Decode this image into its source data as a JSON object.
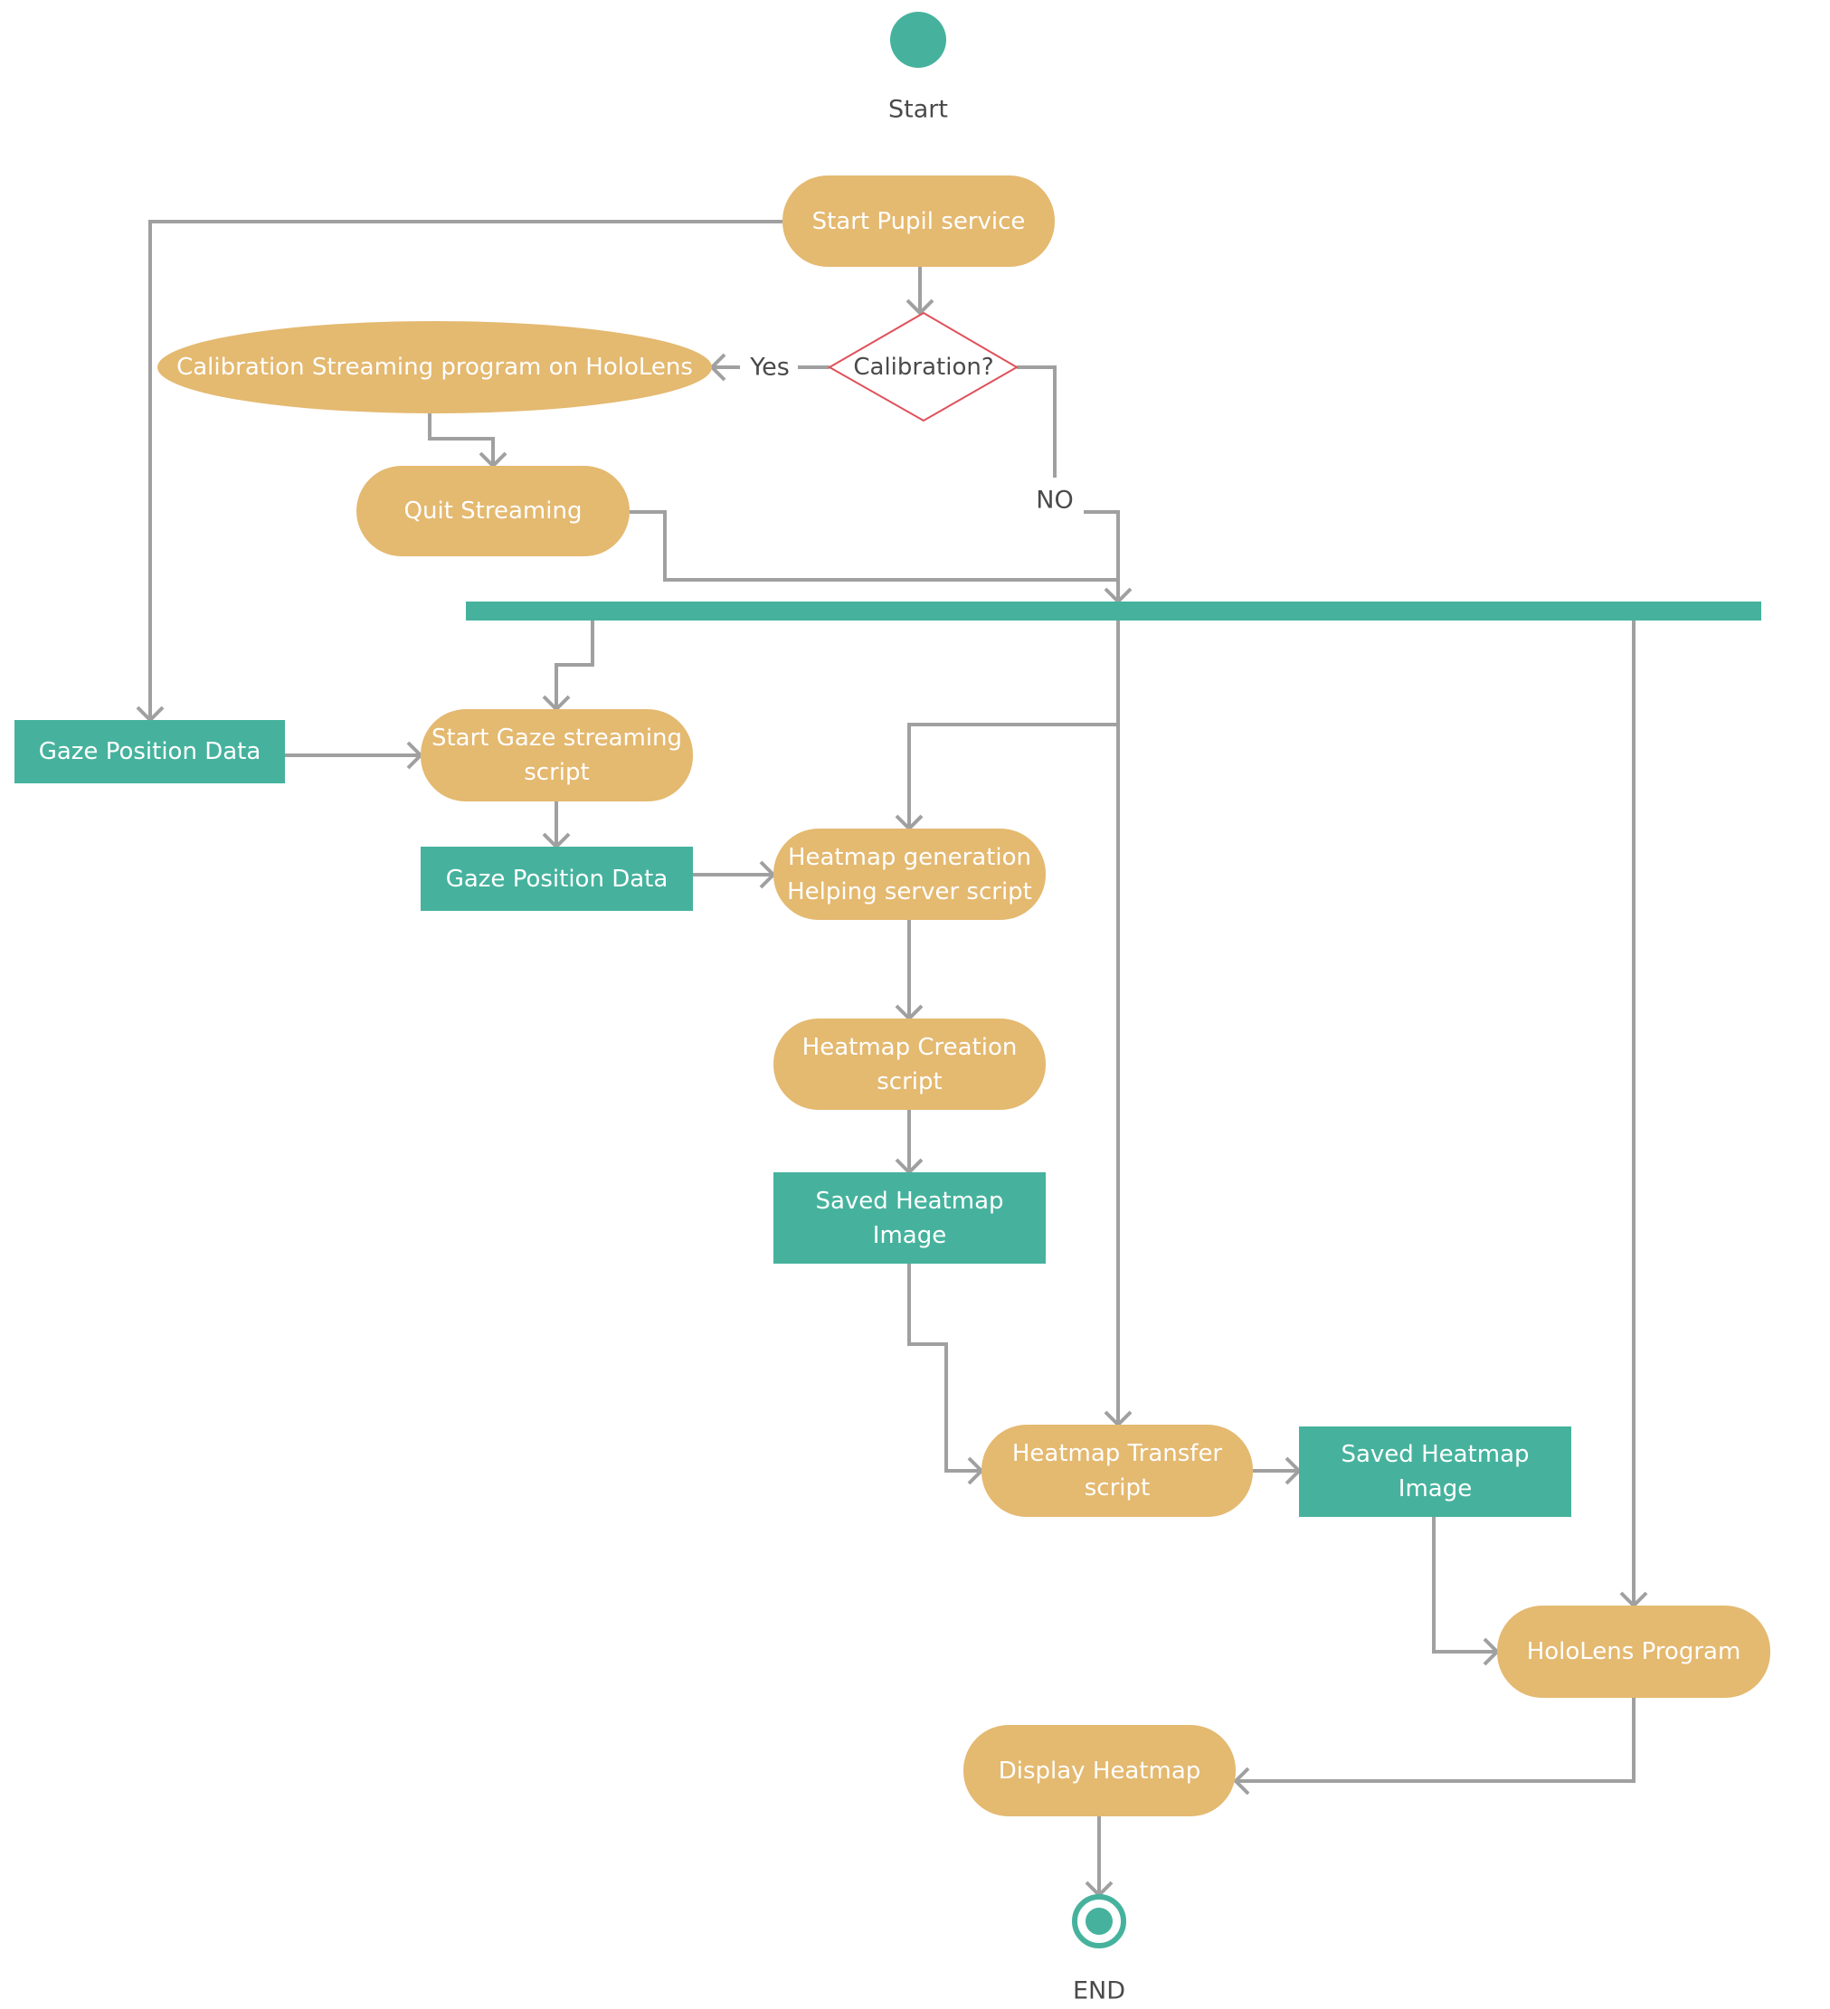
{
  "diagram": {
    "type": "uml-activity",
    "colors": {
      "action_fill": "#e4b970",
      "object_fill": "#46b29d",
      "connector": "#a0a0a0",
      "decision_stroke": "#e0505a",
      "label_text": "#4a4a4a",
      "node_text": "#ffffff"
    },
    "start": {
      "label": "Start"
    },
    "end": {
      "label": "END"
    },
    "decision": {
      "label": "Calibration?",
      "yes_label": "Yes",
      "no_label": "NO"
    },
    "nodes": {
      "start_pupil": "Start Pupil service",
      "calibration_streaming": "Calibration Streaming program on HoloLens",
      "quit_streaming": "Quit Streaming",
      "gaze_data_left": "Gaze Position Data",
      "start_gaze": "Start Gaze streaming\nscript",
      "gaze_data_2": "Gaze Position Data",
      "heatmap_generation": "Heatmap generation\nHelping server script",
      "heatmap_creation": "Heatmap Creation\nscript",
      "saved_heatmap_1": "Saved Heatmap\nImage",
      "heatmap_transfer": "Heatmap Transfer\nscript",
      "saved_heatmap_2": "Saved Heatmap\nImage",
      "hololens_program": "HoloLens Program",
      "display_heatmap": "Display Heatmap"
    },
    "edges": [
      {
        "from": "start",
        "to": "start_pupil"
      },
      {
        "from": "start_pupil",
        "to": "decision"
      },
      {
        "from": "start_pupil",
        "to": "gaze_data_left"
      },
      {
        "from": "decision",
        "to": "calibration_streaming",
        "label": "Yes"
      },
      {
        "from": "decision",
        "to": "fork_bar",
        "label": "NO"
      },
      {
        "from": "calibration_streaming",
        "to": "quit_streaming"
      },
      {
        "from": "quit_streaming",
        "to": "fork_bar"
      },
      {
        "from": "fork_bar",
        "to": "start_gaze"
      },
      {
        "from": "fork_bar",
        "to": "heatmap_generation"
      },
      {
        "from": "fork_bar",
        "to": "heatmap_transfer"
      },
      {
        "from": "fork_bar",
        "to": "hololens_program"
      },
      {
        "from": "gaze_data_left",
        "to": "start_gaze"
      },
      {
        "from": "start_gaze",
        "to": "gaze_data_2"
      },
      {
        "from": "gaze_data_2",
        "to": "heatmap_generation"
      },
      {
        "from": "heatmap_generation",
        "to": "heatmap_creation"
      },
      {
        "from": "heatmap_creation",
        "to": "saved_heatmap_1"
      },
      {
        "from": "saved_heatmap_1",
        "to": "heatmap_transfer"
      },
      {
        "from": "heatmap_transfer",
        "to": "saved_heatmap_2"
      },
      {
        "from": "saved_heatmap_2",
        "to": "hololens_program"
      },
      {
        "from": "hololens_program",
        "to": "display_heatmap"
      },
      {
        "from": "display_heatmap",
        "to": "end"
      }
    ]
  }
}
